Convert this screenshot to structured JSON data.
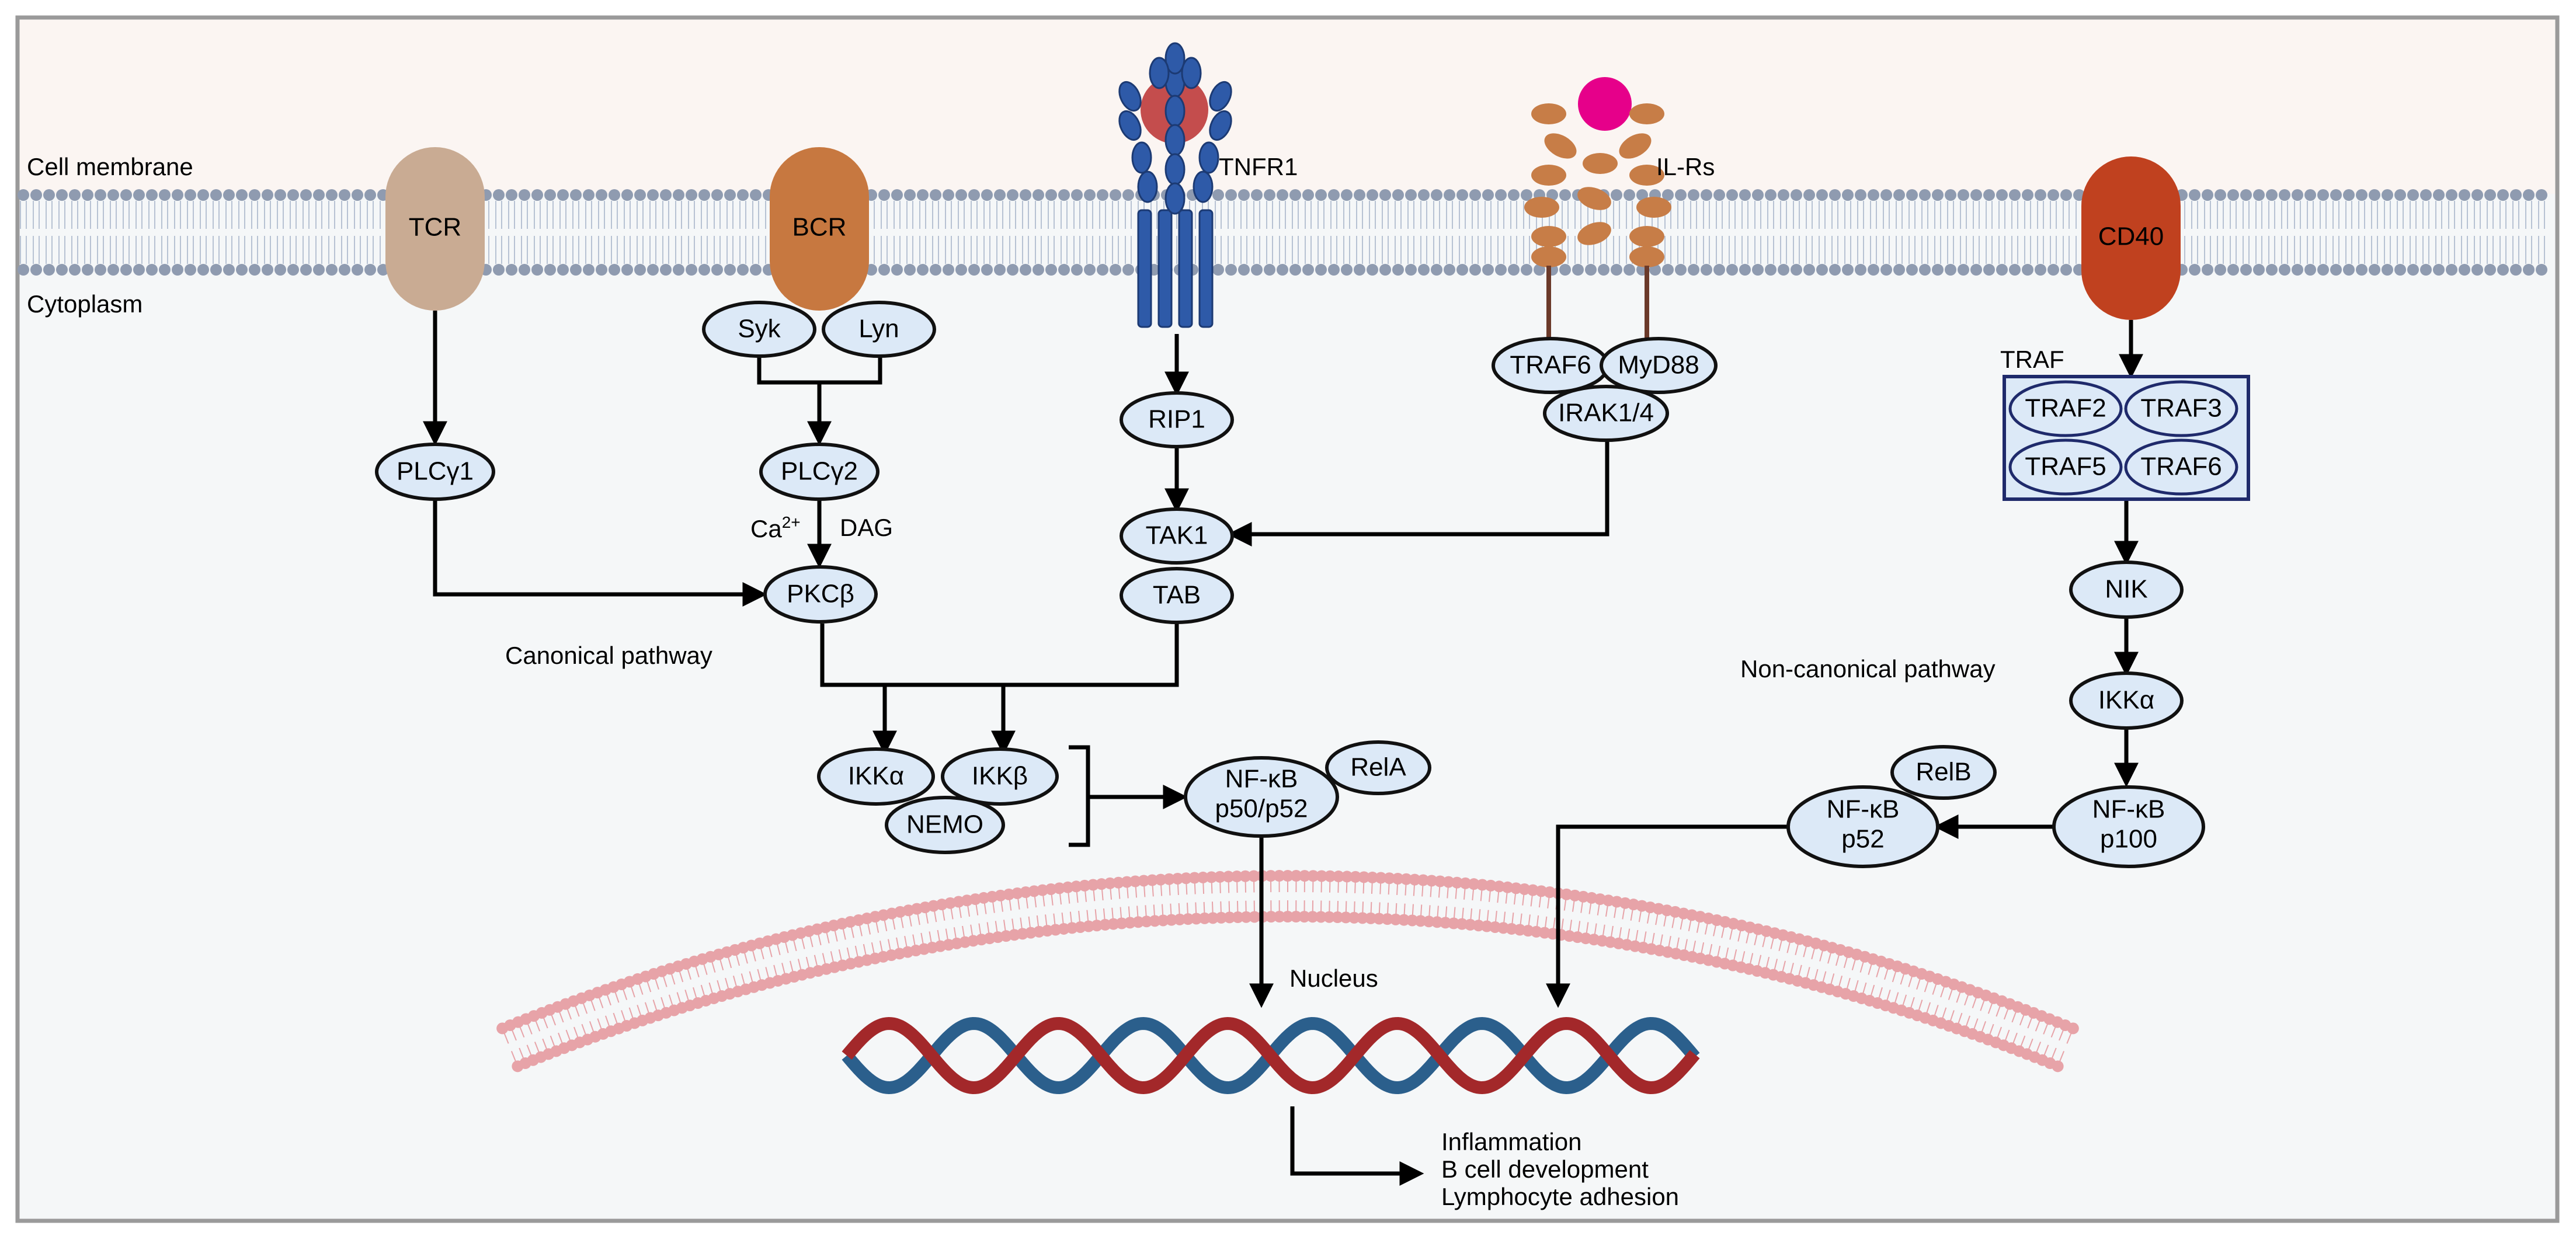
{
  "regions": {
    "cell_membrane": "Cell membrane",
    "cytoplasm": "Cytoplasm",
    "nucleus": "Nucleus"
  },
  "pathways": {
    "canonical": "Canonical pathway",
    "noncanonical": "Non-canonical pathway"
  },
  "receptors": {
    "tcr": "TCR",
    "bcr": "BCR",
    "cd40": "CD40",
    "tnfr1": "TNFR1",
    "ilrs": "IL-Rs"
  },
  "nodes": {
    "syk": "Syk",
    "lyn": "Lyn",
    "plcg1": "PLCγ1",
    "plcg2": "PLCγ2",
    "pkcb": "PKCβ",
    "rip1": "RIP1",
    "tak1": "TAK1",
    "tab": "TAB",
    "traf6_il": "TRAF6",
    "myd88": "MyD88",
    "irak": "IRAK1/4",
    "ikka": "IKKα",
    "ikkb": "IKKβ",
    "nemo": "NEMO",
    "nfkb_line1": "NF-κB",
    "nfkb_line2": "p50/p52",
    "rela": "RelA",
    "traf2": "TRAF2",
    "traf3": "TRAF3",
    "traf5": "TRAF5",
    "traf6": "TRAF6",
    "nik": "NIK",
    "ikka_nc": "IKKα",
    "relb": "RelB",
    "nfkb_p52_line1": "NF-κB",
    "nfkb_p52_line2": "p52",
    "nfkb_p100_line1": "NF-κB",
    "nfkb_p100_line2": "p100"
  },
  "labels": {
    "ca": "Ca",
    "ca_sup": "2+",
    "dag": "DAG",
    "traf_box": "TRAF"
  },
  "outcomes": [
    "Inflammation",
    "B cell development",
    "Lymphocyte adhesion"
  ],
  "colors": {
    "node_fill": "#dce9f7",
    "node_stroke": "#111111",
    "membrane_head": "#8f9bb0",
    "nuclear_membrane": "#e7a3a8",
    "dna_blue": "#2b5f8c",
    "dna_red": "#a3282a",
    "tcr": "#c9ab93",
    "bcr": "#c77840",
    "cd40": "#c0411f",
    "tnfr1": "#2e5aa8",
    "tnf_ligand": "#c44d4d",
    "ilr": "#c77d47",
    "il_ligand": "#e6008a",
    "traf_box": "#1f2a6b",
    "outer_bg": "#fbf5f2",
    "cyto_bg": "#f5f7f8"
  }
}
